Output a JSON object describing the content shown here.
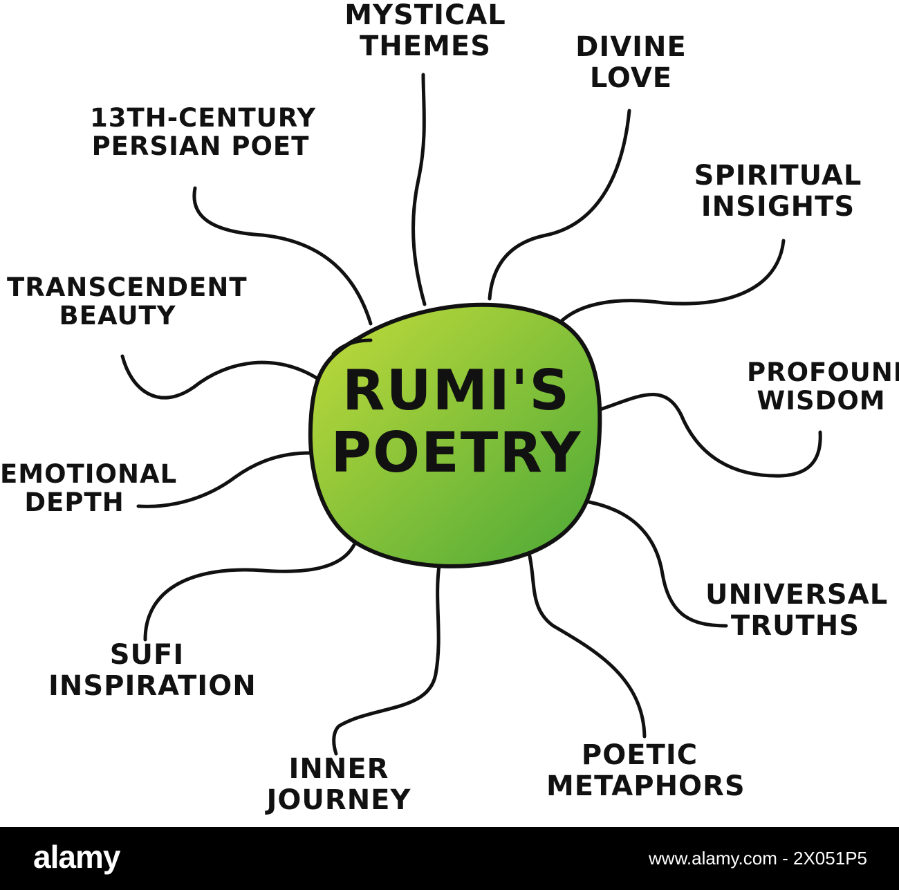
{
  "center": {
    "line1": "RUMI'S",
    "line2": "POETRY",
    "fill_light": "#c3dc3a",
    "fill_dark": "#4aa838"
  },
  "branches": [
    {
      "id": "mystical-themes",
      "line1": "MYSTICAL",
      "line2": "THEMES"
    },
    {
      "id": "divine-love",
      "line1": "DIVINE",
      "line2": "LOVE"
    },
    {
      "id": "spiritual-insights",
      "line1": "SPIRITUAL",
      "line2": "INSIGHTS"
    },
    {
      "id": "profound-wisdom",
      "line1": "PROFOUND",
      "line2": "WISDOM"
    },
    {
      "id": "universal-truths",
      "line1": "UNIVERSAL",
      "line2": "TRUTHS"
    },
    {
      "id": "poetic-metaphors",
      "line1": "POETIC",
      "line2": "METAPHORS"
    },
    {
      "id": "inner-journey",
      "line1": "INNER",
      "line2": "JOURNEY"
    },
    {
      "id": "sufi-inspiration",
      "line1": "SUFI",
      "line2": "INSPIRATION"
    },
    {
      "id": "emotional-depth",
      "line1": "EMOTIONAL",
      "line2": "DEPTH"
    },
    {
      "id": "transcendent-beauty",
      "line1": "TRANSCENDENT",
      "line2": "BEAUTY"
    },
    {
      "id": "persian-poet",
      "line1": "13TH-CENTURY",
      "line2": "PERSIAN POET"
    }
  ],
  "footer": {
    "logo": "alamy",
    "image_id": "www.alamy.com - 2X051P5"
  },
  "colors": {
    "ink": "#111111",
    "footer_bg": "#000000"
  }
}
